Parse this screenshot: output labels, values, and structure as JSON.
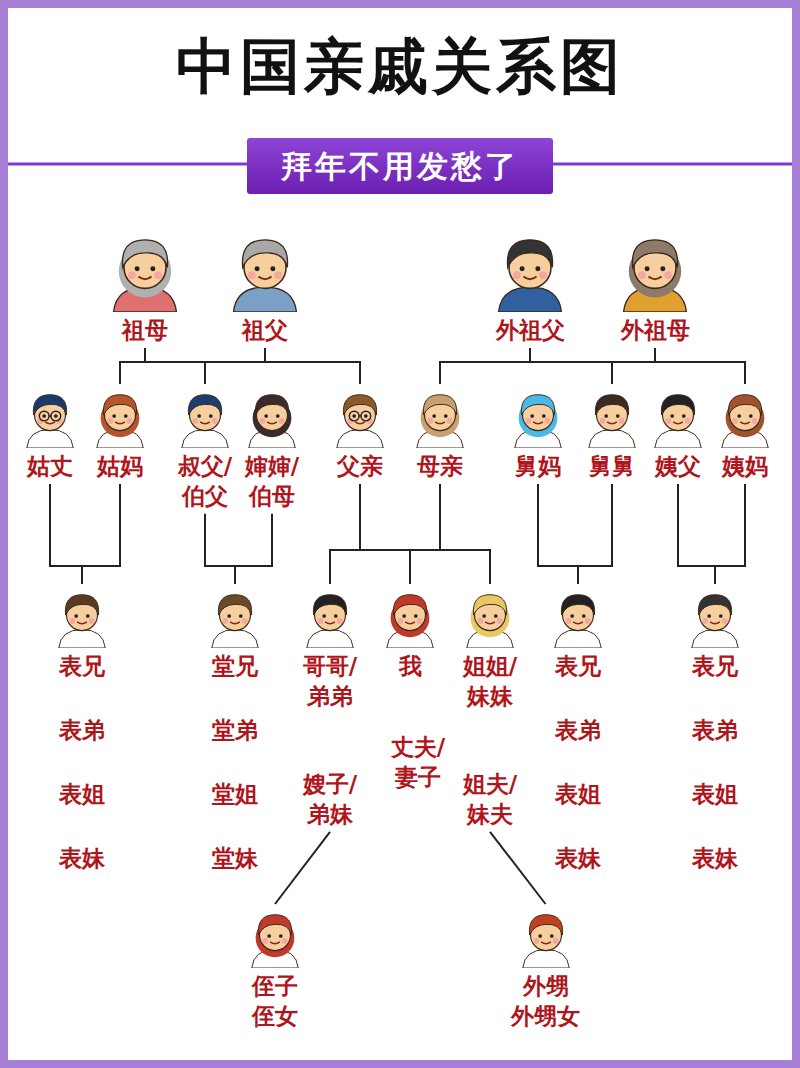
{
  "diagram": {
    "title": "中国亲戚关系图",
    "nodes": [
      {
        "text": [
          "拜年不用发愁了"
        ]
      },
      {
        "text": [
          "祖母"
        ]
      },
      {
        "text": [
          "祖父"
        ]
      },
      {
        "text": [
          "外祖父"
        ]
      },
      {
        "text": [
          "外祖母"
        ]
      },
      {
        "text": [
          "姑丈"
        ]
      },
      {
        "text": [
          "姑妈"
        ]
      },
      {
        "text": [
          "叔父/ 伯父"
        ]
      },
      {
        "text": [
          "婶婶/ 伯母"
        ]
      },
      {
        "text": [
          "父亲"
        ]
      },
      {
        "text": [
          "母亲"
        ]
      },
      {
        "text": [
          "舅妈"
        ]
      },
      {
        "text": [
          "舅舅"
        ]
      },
      {
        "text": [
          "姨父"
        ]
      },
      {
        "text": [
          "姨妈"
        ]
      },
      {
        "text": [
          "表兄",
          "表弟",
          "表姐",
          "表妹"
        ]
      },
      {
        "text": [
          "堂兄",
          "堂弟",
          "堂姐",
          "堂妹"
        ]
      },
      {
        "text": [
          "哥哥/ 弟弟"
        ]
      },
      {
        "text": [
          "我"
        ]
      },
      {
        "text": [
          "姐姐/ 妹妹"
        ]
      },
      {
        "text": [
          "表兄",
          "表弟",
          "表姐",
          "表妹"
        ]
      },
      {
        "text": [
          "表兄",
          "表弟",
          "表姐",
          "表妹"
        ]
      },
      {
        "text": [
          "嫂子/ 弟妹"
        ]
      },
      {
        "text": [
          "丈夫/ 妻子"
        ]
      },
      {
        "text": [
          "姐夫/ 妹夫"
        ]
      },
      {
        "text": [
          "侄子",
          "侄女"
        ]
      },
      {
        "text": [
          "外甥",
          "外甥女"
        ]
      }
    ],
    "edges": [
      {
        "from": 1,
        "to": 6,
        "arrow": "none"
      },
      {
        "from": 1,
        "to": 7,
        "arrow": "none"
      },
      {
        "from": 1,
        "to": 9,
        "arrow": "none"
      },
      {
        "from": 2,
        "to": 6,
        "arrow": "none"
      },
      {
        "from": 2,
        "to": 7,
        "arrow": "none"
      },
      {
        "from": 2,
        "to": 9,
        "arrow": "none"
      },
      {
        "from": 3,
        "to": 10,
        "arrow": "none"
      },
      {
        "from": 3,
        "to": 12,
        "arrow": "none"
      },
      {
        "from": 3,
        "to": 14,
        "arrow": "none"
      },
      {
        "from": 4,
        "to": 10,
        "arrow": "none"
      },
      {
        "from": 4,
        "to": 12,
        "arrow": "none"
      },
      {
        "from": 4,
        "to": 14,
        "arrow": "none"
      },
      {
        "from": 5,
        "to": 15,
        "arrow": "none"
      },
      {
        "from": 6,
        "to": 15,
        "arrow": "none"
      },
      {
        "from": 7,
        "to": 16,
        "arrow": "none"
      },
      {
        "from": 8,
        "to": 16,
        "arrow": "none"
      },
      {
        "from": 9,
        "to": 17,
        "arrow": "none"
      },
      {
        "from": 9,
        "to": 18,
        "arrow": "none"
      },
      {
        "from": 9,
        "to": 19,
        "arrow": "none"
      },
      {
        "from": 10,
        "to": 17,
        "arrow": "none"
      },
      {
        "from": 10,
        "to": 18,
        "arrow": "none"
      },
      {
        "from": 10,
        "to": 19,
        "arrow": "none"
      },
      {
        "from": 11,
        "to": 20,
        "arrow": "none"
      },
      {
        "from": 12,
        "to": 20,
        "arrow": "none"
      },
      {
        "from": 13,
        "to": 21,
        "arrow": "none"
      },
      {
        "from": 14,
        "to": 21,
        "arrow": "none"
      },
      {
        "from": 22,
        "to": 25,
        "arrow": "none"
      },
      {
        "from": 24,
        "to": 26,
        "arrow": "none"
      }
    ]
  }
}
